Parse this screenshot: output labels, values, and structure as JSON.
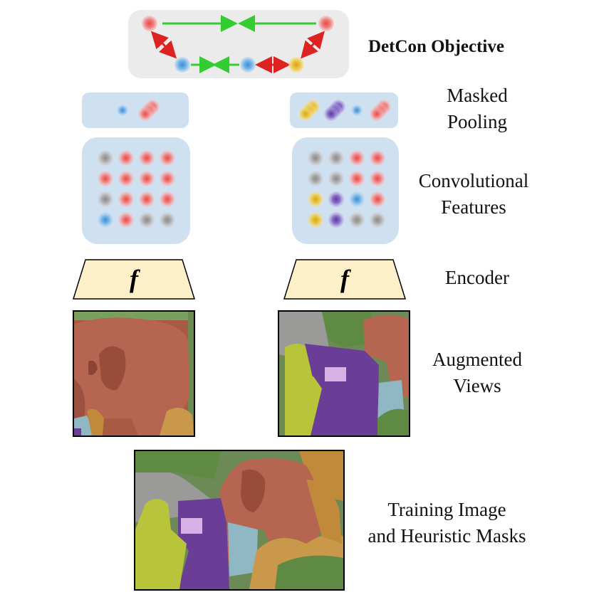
{
  "labels": {
    "objective": "DetCon Objective",
    "masked_pooling": "Masked\nPooling",
    "conv_features": "Convolutional\nFeatures",
    "encoder": "Encoder",
    "augmented_views": "Augmented\nViews",
    "training_image": "Training Image\nand Heuristic Masks"
  },
  "encoder_symbol": "f",
  "colors": {
    "red": "#e86a6a",
    "blue": "#5aa6e0",
    "gray": "#9a9a9a",
    "yellow": "#e8c23a",
    "purple": "#7a58b8",
    "green_arrow": "#33cc33",
    "red_arrow": "#dd2222",
    "panel": "#cfe0f1",
    "objective_bg": "#ebebeb",
    "encoder_fill": "#fdefc8",
    "mask_elephant": "#b5604a",
    "mask_piano": "#6a3d96",
    "mask_person": "#b8c43a",
    "mask_plants": "#c08a3a",
    "mask_water": "#8fb7c4"
  },
  "left_grid": [
    [
      "gray",
      "red",
      "red",
      "red"
    ],
    [
      "red",
      "red",
      "red",
      "red"
    ],
    [
      "gray",
      "red",
      "red",
      "red"
    ],
    [
      "blue",
      "red",
      "gray",
      "gray"
    ]
  ],
  "right_grid": [
    [
      "gray",
      "gray",
      "red",
      "red"
    ],
    [
      "gray",
      "gray",
      "red",
      "red"
    ],
    [
      "yellow",
      "purple",
      "blue",
      "red"
    ],
    [
      "yellow",
      "purple",
      "gray",
      "gray"
    ]
  ],
  "left_pooled": [
    "blue",
    "red-stack"
  ],
  "right_pooled": [
    "yellow-stack",
    "purple-stack",
    "blue",
    "red-stack"
  ]
}
